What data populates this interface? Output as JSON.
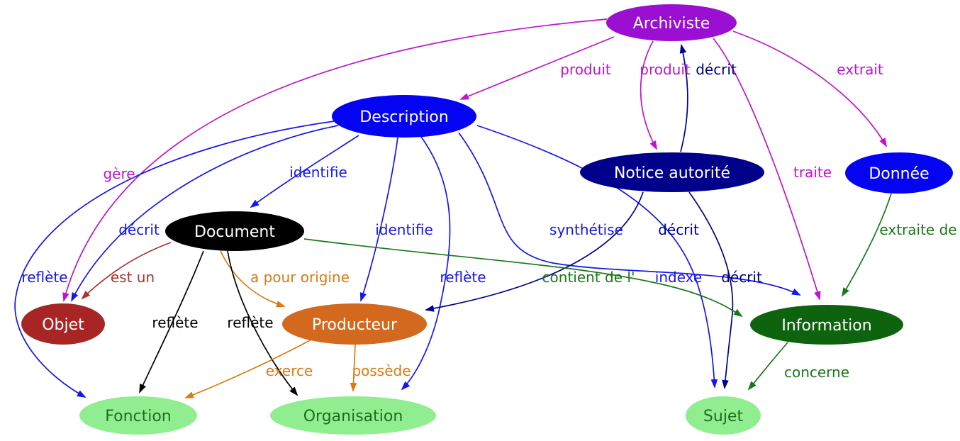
{
  "diagram": {
    "title": "Concept graph: archivistique (French archival concepts)",
    "background": "#ffffff",
    "palette": {
      "purple": "#9B0FD3",
      "magenta": "#BE14CE",
      "blue_node": "#0404F2",
      "blue": "#1616EC",
      "navy": "#00008B",
      "black": "#000000",
      "firebrick_node": "#A82525",
      "firebrick": "#B23030",
      "orange_node": "#D2691E",
      "orange": "#DC7912",
      "green_node": "#0E630E",
      "green": "#187818",
      "lightgreen": "#90EE90",
      "lightgreen_text": "#1C6E1C",
      "white": "#FFFFFF"
    },
    "nodes": [
      {
        "label": "Archiviste",
        "fill": "#9B0FD3",
        "text": "#FFFFFF"
      },
      {
        "label": "Description",
        "fill": "#0404F2",
        "text": "#FFFFFF"
      },
      {
        "label": "Notice autorité",
        "fill": "#00008B",
        "text": "#FFFFFF"
      },
      {
        "label": "Donnée",
        "fill": "#0404F2",
        "text": "#FFFFFF"
      },
      {
        "label": "Document",
        "fill": "#000000",
        "text": "#FFFFFF"
      },
      {
        "label": "Objet",
        "fill": "#A82525",
        "text": "#FFFFFF"
      },
      {
        "label": "Producteur",
        "fill": "#D2691E",
        "text": "#FFFFFF"
      },
      {
        "label": "Information",
        "fill": "#0E630E",
        "text": "#FFFFFF"
      },
      {
        "label": "Fonction",
        "fill": "#90EE90",
        "text": "#1C6E1C"
      },
      {
        "label": "Organisation",
        "fill": "#90EE90",
        "text": "#1C6E1C"
      },
      {
        "label": "Sujet",
        "fill": "#90EE90",
        "text": "#1C6E1C"
      }
    ],
    "edges": [
      {
        "label": "produit",
        "from": "Archiviste",
        "to": "Description",
        "color": "#BE14CE"
      },
      {
        "label": "produit",
        "from": "Archiviste",
        "to": "Notice autorité",
        "color": "#BE14CE"
      },
      {
        "label": "décrit",
        "from": "Notice autorité",
        "to": "Archiviste",
        "color": "#00008B"
      },
      {
        "label": "extrait",
        "from": "Archiviste",
        "to": "Donnée",
        "color": "#BE14CE"
      },
      {
        "label": "traite",
        "from": "Archiviste",
        "to": "Information",
        "color": "#BE14CE"
      },
      {
        "label": "gère",
        "from": "Archiviste",
        "to": "Objet",
        "color": "#BE14CE"
      },
      {
        "label": "identifie",
        "from": "Description",
        "to": "Document",
        "color": "#1616EC"
      },
      {
        "label": "décrit",
        "from": "Description",
        "to": "Objet",
        "color": "#1616EC"
      },
      {
        "label": "reflète",
        "from": "Description",
        "to": "Fonction",
        "color": "#1616EC"
      },
      {
        "label": "identifie",
        "from": "Description",
        "to": "Producteur",
        "color": "#1616EC"
      },
      {
        "label": "reflète",
        "from": "Description",
        "to": "Organisation",
        "color": "#1616EC"
      },
      {
        "label": "synthétise",
        "from": "Description",
        "to": "Information",
        "color": "#1616EC"
      },
      {
        "label": "indexe",
        "from": "Description",
        "to": "Sujet",
        "color": "#1616EC"
      },
      {
        "label": "décrit",
        "from": "Notice autorité",
        "to": "Producteur",
        "color": "#00008B"
      },
      {
        "label": "décrit",
        "from": "Notice autorité",
        "to": "Sujet",
        "color": "#00008B"
      },
      {
        "label": "est un",
        "from": "Document",
        "to": "Objet",
        "color": "#B23030"
      },
      {
        "label": "a pour origine",
        "from": "Document",
        "to": "Producteur",
        "color": "#DC7912"
      },
      {
        "label": "reflète",
        "from": "Document",
        "to": "Fonction",
        "color": "#000000"
      },
      {
        "label": "reflète",
        "from": "Document",
        "to": "Organisation",
        "color": "#000000"
      },
      {
        "label": "contient de l'",
        "from": "Document",
        "to": "Information",
        "color": "#187818"
      },
      {
        "label": "exerce",
        "from": "Producteur",
        "to": "Fonction",
        "color": "#DC7912"
      },
      {
        "label": "possède",
        "from": "Producteur",
        "to": "Organisation",
        "color": "#DC7912"
      },
      {
        "label": "extraite de",
        "from": "Donnée",
        "to": "Information",
        "color": "#187818"
      },
      {
        "label": "concerne",
        "from": "Information",
        "to": "Sujet",
        "color": "#187818"
      }
    ]
  }
}
